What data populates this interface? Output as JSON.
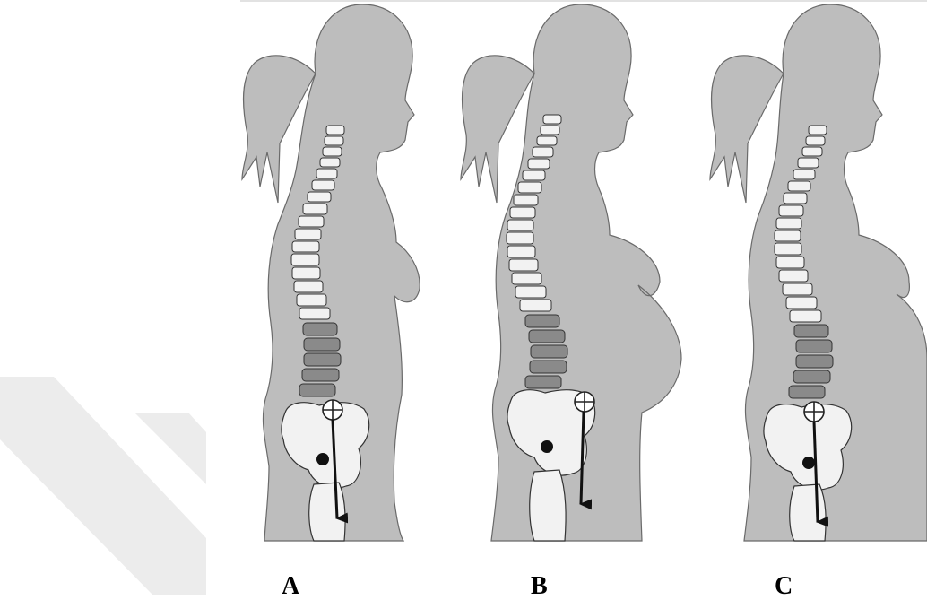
{
  "figure": {
    "panels": [
      {
        "id": "a",
        "label": "A",
        "pregnancy_stage": "non-pregnant"
      },
      {
        "id": "b",
        "label": "B",
        "pregnancy_stage": "pregnant"
      },
      {
        "id": "c",
        "label": "C",
        "pregnancy_stage": "pregnant"
      }
    ],
    "colors": {
      "silhouette": "#bdbdbd",
      "silhouette_outline": "#6a6a6a",
      "vertebra": "#f2f2f2",
      "lumbar_vertebra": "#8a8a8a",
      "bone_outline": "#333333",
      "arrow": "#111111",
      "watermark": "#ececec"
    },
    "icons": [
      "center-of-gravity-marker-icon",
      "hip-joint-dot-icon",
      "gravity-line-arrow-icon"
    ]
  }
}
